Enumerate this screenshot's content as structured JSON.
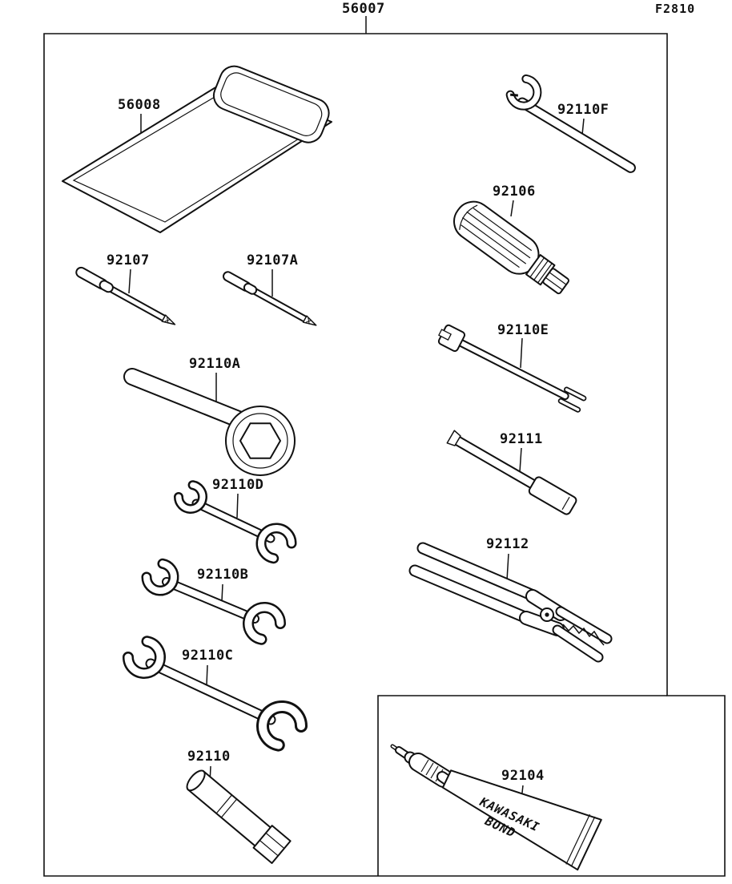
{
  "header": {
    "assembly_label": "56007",
    "page_code": "F2810"
  },
  "parts": [
    {
      "label": "56008"
    },
    {
      "label": "92110F"
    },
    {
      "label": "92106"
    },
    {
      "label": "92107"
    },
    {
      "label": "92107A"
    },
    {
      "label": "92110E"
    },
    {
      "label": "92110A"
    },
    {
      "label": "92111"
    },
    {
      "label": "92110D"
    },
    {
      "label": "92110B"
    },
    {
      "label": "92112"
    },
    {
      "label": "92110C"
    },
    {
      "label": "92110"
    },
    {
      "label": "92104"
    }
  ],
  "tube_text": {
    "line1": "KAWASAKI",
    "line2": "BOND"
  },
  "colors": {
    "ink": "#111111",
    "paper": "#ffffff"
  }
}
